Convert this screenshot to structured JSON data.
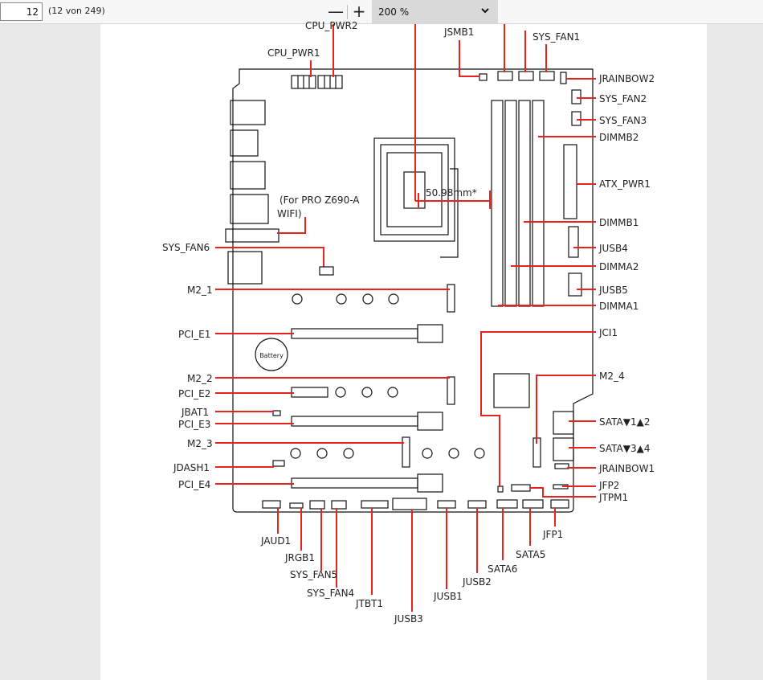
{
  "toolbar": {
    "page_number": "12",
    "page_count": "(12 von 249)",
    "zoom_out_label": "—",
    "zoom_in_label": "+",
    "zoom_value": "200 %",
    "zoom_dropdown_icon": "chevron-down-icon"
  },
  "diagram": {
    "labels": {
      "cpu_pwr2": "CPU_PWR2",
      "cpu_pwr1": "CPU_PWR1",
      "jsmb1": "JSMB1",
      "sys_fan1": "SYS_FAN1",
      "jrainbow2": "JRAINBOW2",
      "sys_fan2": "SYS_FAN2",
      "sys_fan3": "SYS_FAN3",
      "dimmb2": "DIMMB2",
      "atx_pwr1": "ATX_PWR1",
      "dimmb1": "DIMMB1",
      "jusb4": "JUSB4",
      "dimma2": "DIMMA2",
      "jusb5": "JUSB5",
      "dimma1": "DIMMA1",
      "jci1": "JCI1",
      "m2_4": "M2_4",
      "sata12": "SATA▼1▲2",
      "sata34": "SATA▼3▲4",
      "jrainbow1": "JRAINBOW1",
      "jfp2": "JFP2",
      "jtpm1": "JTPM1",
      "jfp1": "JFP1",
      "sata5": "SATA5",
      "sata6": "SATA6",
      "jusb2": "JUSB2",
      "jusb1": "JUSB1",
      "jusb3": "JUSB3",
      "jtbt1": "JTBT1",
      "sys_fan4": "SYS_FAN4",
      "sys_fan5": "SYS_FAN5",
      "jrgb1": "JRGB1",
      "jaud1": "JAUD1",
      "pci_e4": "PCI_E4",
      "jdash1": "JDASH1",
      "m2_3": "M2_3",
      "pci_e3": "PCI_E3",
      "jbat1": "JBAT1",
      "pci_e2": "PCI_E2",
      "m2_2": "M2_2",
      "pci_e1": "PCI_E1",
      "m2_1": "M2_1",
      "sys_fan6": "SYS_FAN6",
      "wifi_note_line1": "(For PRO Z690-A",
      "wifi_note_line2": "WIFI)",
      "dimension": "50.98mm*",
      "battery": "Battery"
    }
  }
}
